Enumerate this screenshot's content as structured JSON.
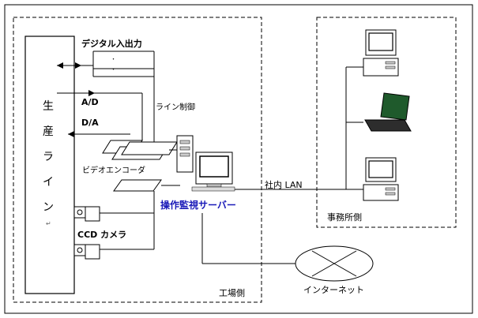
{
  "factory": {
    "production_line": [
      "生",
      "産",
      "ラ",
      "イ",
      "ン"
    ],
    "digital_io": "デジタル入出力",
    "ad": "A/D",
    "da": "D/A",
    "line_control": "ライン制御",
    "video_encoder": "ビデオエンコーダ",
    "ccd_camera": "CCD カメラ",
    "server": "操作監視サーバー",
    "factory_side": "工場側"
  },
  "network": {
    "lan": "社内 LAN",
    "internet": "インターネット"
  },
  "office": {
    "office_side": "事務所側"
  },
  "return_mark": "↵",
  "colors": {
    "line": "#000000",
    "server_label": "#1a1ab8",
    "laptop_screen": "#1f5a2c"
  }
}
